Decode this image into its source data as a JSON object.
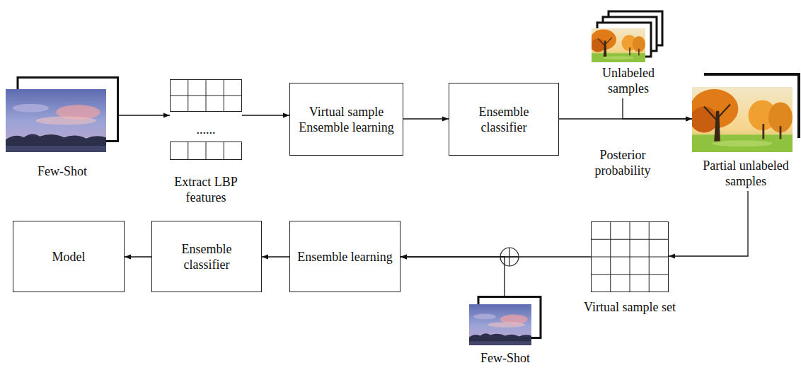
{
  "diagram": {
    "nodes": [
      {
        "text": [
          "Few-Shot"
        ]
      },
      {
        "text": [
          "......",
          "Extract LBP features"
        ]
      },
      {
        "text": [
          "Virtual sample Ensemble learning"
        ]
      },
      {
        "text": [
          "Ensemble classifier"
        ]
      },
      {
        "text": [
          "Unlabeled samples"
        ]
      },
      {
        "text": [
          "Partial unlabeled samples"
        ]
      },
      {
        "text": [
          "Virtual sample set"
        ]
      },
      {
        "text": [
          "Few-Shot"
        ]
      },
      {
        "text": [
          "Ensemble learning"
        ]
      },
      {
        "text": [
          "Ensemble classifier"
        ]
      },
      {
        "text": [
          "Model"
        ]
      }
    ],
    "edges": [
      {
        "from": 0,
        "to": 1,
        "arrow": "to"
      },
      {
        "from": 1,
        "to": 2,
        "arrow": "to"
      },
      {
        "from": 2,
        "to": 3,
        "arrow": "to"
      },
      {
        "from": 3,
        "to": 5,
        "label": "Posterior probability",
        "arrow": "to"
      },
      {
        "from": 4,
        "to": 5,
        "arrow": "to"
      },
      {
        "from": 5,
        "to": 6,
        "arrow": "to"
      },
      {
        "from": 6,
        "to": 8,
        "arrow": "to"
      },
      {
        "from": 7,
        "to": 8,
        "arrow": "to"
      },
      {
        "from": 8,
        "to": 9,
        "arrow": "to"
      },
      {
        "from": 9,
        "to": 10,
        "arrow": "to"
      }
    ]
  }
}
